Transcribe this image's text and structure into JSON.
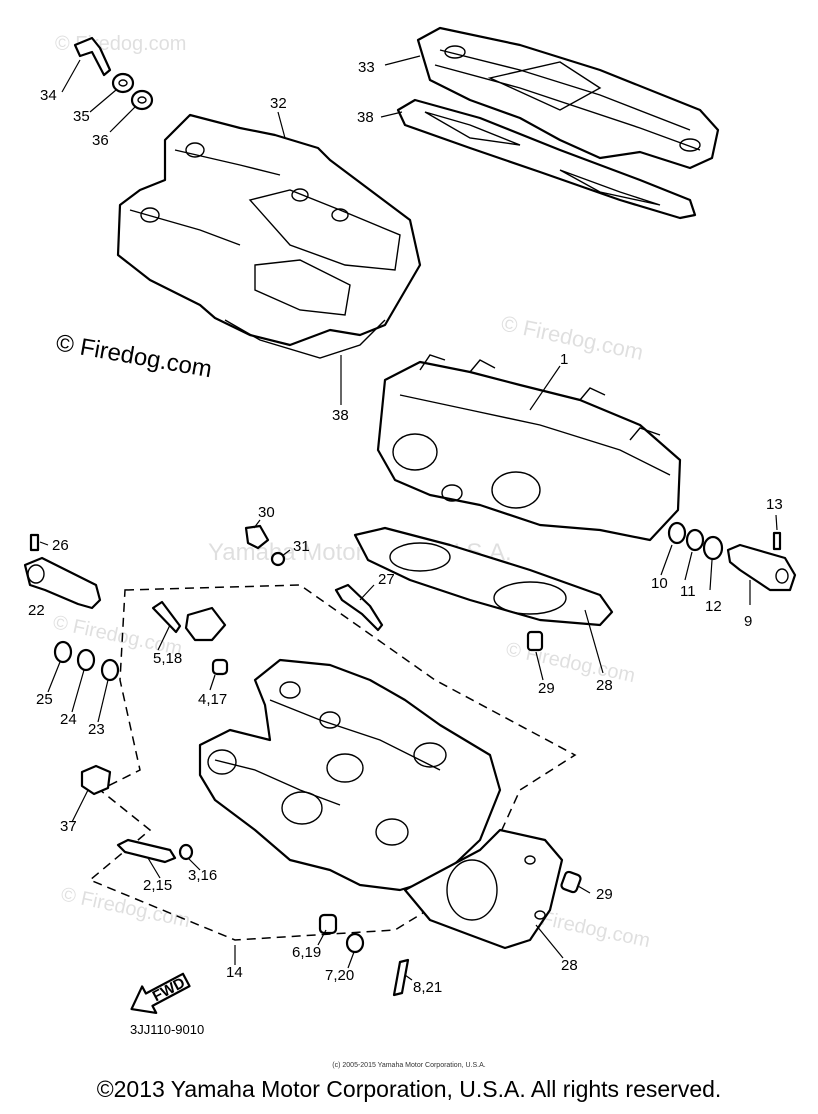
{
  "diagram_code": "3JJ110-9010",
  "fwd_label": "FWD",
  "watermark": "© Firedog.com",
  "center_watermark": "Yamaha Motor Corp., U.S.A.",
  "credit_small": "(c) 2005-2015 Yamaha Motor Corporation, U.S.A.",
  "footer": "©2013 Yamaha Motor Corporation, U.S.A. All rights reserved.",
  "callouts": {
    "c1": "1",
    "c2": "2,15",
    "c3": "3,16",
    "c4": "4,17",
    "c5": "5,18",
    "c6": "6,19",
    "c7": "7,20",
    "c8": "8,21",
    "c9": "9",
    "c10": "10",
    "c11": "11",
    "c12": "12",
    "c13": "13",
    "c14": "14",
    "c22": "22",
    "c23": "23",
    "c24": "24",
    "c25": "25",
    "c26": "26",
    "c27": "27",
    "c28a": "28",
    "c28b": "28",
    "c29a": "29",
    "c29b": "29",
    "c30": "30",
    "c31": "31",
    "c32": "32",
    "c33": "33",
    "c34": "34",
    "c35": "35",
    "c36": "36",
    "c37": "37",
    "c38a": "38",
    "c38b": "38"
  }
}
